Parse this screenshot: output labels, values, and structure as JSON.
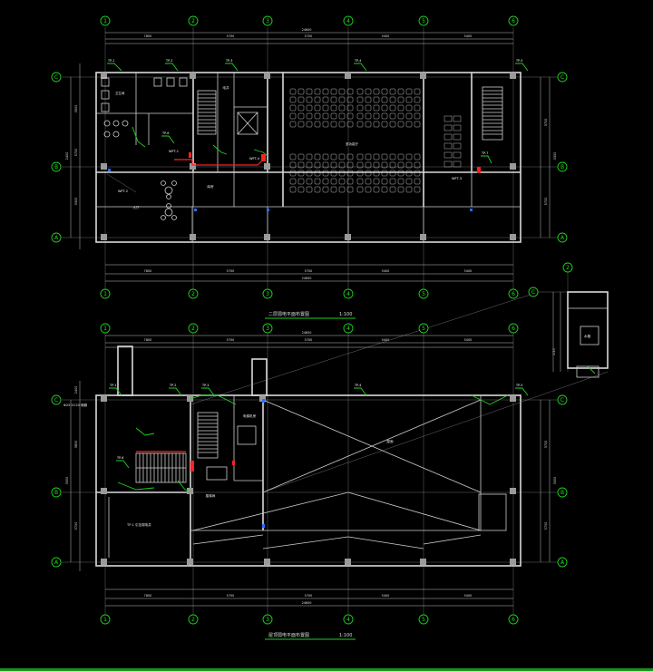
{
  "plans": [
    {
      "id": "upper",
      "title": "二层弱电平面布置图",
      "scale": "1:100",
      "top_total_dim": "24600",
      "bottom_total_dim": "24600",
      "top_dims": [
        "7800",
        "5700",
        "5700",
        "5400",
        "5400"
      ],
      "bottom_dims": [
        "7800",
        "5700",
        "5700",
        "5400",
        "5400"
      ],
      "left_dims": [
        "3500",
        "5700",
        "3300",
        "2400"
      ],
      "right_dims": [
        "3700",
        "5700",
        "3300"
      ],
      "room_labels": [
        "卫生间",
        "电井",
        "多功能厅",
        "库房",
        "大厅"
      ],
      "tags": [
        "TP-1",
        "TP-2",
        "TP-3",
        "TP-4",
        "TP-5",
        "TP-6",
        "TP-7"
      ],
      "red_labels": [
        "WFT-1",
        "WFT-2",
        "WFT-3",
        "WFT-4"
      ]
    },
    {
      "id": "lower",
      "title": "屋顶弱电平面布置图",
      "scale": "1:100",
      "top_total_dim": "24600",
      "bottom_total_dim": "24600",
      "top_dims": [
        "7800",
        "5700",
        "5700",
        "5400",
        "5400"
      ],
      "bottom_dims": [
        "7800",
        "5700",
        "5700",
        "5400",
        "5400"
      ],
      "left_dims": [
        "2400",
        "3800",
        "5700",
        "3300"
      ],
      "right_dims": [
        "3700",
        "5700",
        "3300"
      ],
      "room_labels": [
        "屋面",
        "电梯机房",
        "楼梯间"
      ],
      "tags": [
        "TP-1",
        "TP-2",
        "TP-3",
        "TP-4",
        "TP-5",
        "TP-6"
      ],
      "notes": [
        "Φ25 SC20 暗敷",
        "TP-1 引至弱电井"
      ],
      "detail_labels": [
        "水箱",
        "1:50"
      ]
    }
  ],
  "axes": {
    "columns": [
      "1",
      "2",
      "3",
      "4",
      "5",
      "6"
    ],
    "rows": [
      "A",
      "B",
      "C"
    ]
  },
  "colors": {
    "background": "#000000",
    "walls": "#d9d9d9",
    "axis_bubbles": "#1fd01f",
    "cable": "#ff2020",
    "bottom_bar": "#1c8f1c"
  }
}
